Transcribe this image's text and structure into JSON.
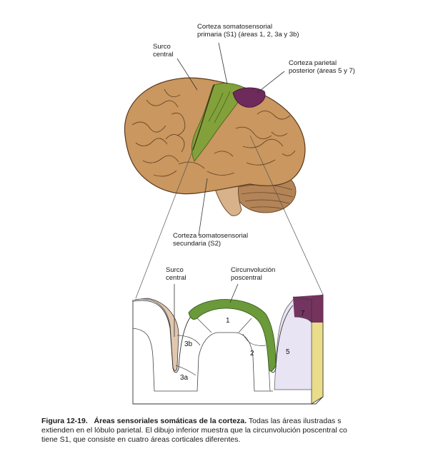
{
  "labels": {
    "s1": [
      "Corteza somatosensorial",
      "primaria (S1) (áreas 1, 2, 3a y 3b)"
    ],
    "central_sulcus_top": [
      "Surco",
      "central"
    ],
    "posterior_parietal": [
      "Corteza parietal",
      "posterior (áreas 5 y 7)"
    ],
    "s2": [
      "Corteza somatosensorial",
      "secundaria (S2)"
    ],
    "central_sulcus_bottom": [
      "Surco",
      "central"
    ],
    "postcentral_gyrus": [
      "Circunvolución",
      "poscentral"
    ]
  },
  "areas": {
    "a1": "1",
    "a2": "2",
    "a3a": "3a",
    "a3b": "3b",
    "a5": "5",
    "a7": "7"
  },
  "caption": {
    "figure_number": "Figura 12-19.",
    "title": "Áreas sensoriales somáticas de la corteza.",
    "line1_rest": "Todas las áreas ilustradas s",
    "line2": "extienden en el lóbulo parietal. El dibujo inferior muestra que la circunvolución poscentral co",
    "line3": "tiene S1, que consiste en cuatro áreas corticales diferentes."
  },
  "colors": {
    "s1_green": "#7fa23a",
    "posterior_purple": "#6e2a5a",
    "brain_tan": "#c9975f",
    "sulcus_beige": "#e2c7ad",
    "area5_lavender": "#e9e4f3",
    "yellow_face": "#e9dc8a"
  }
}
